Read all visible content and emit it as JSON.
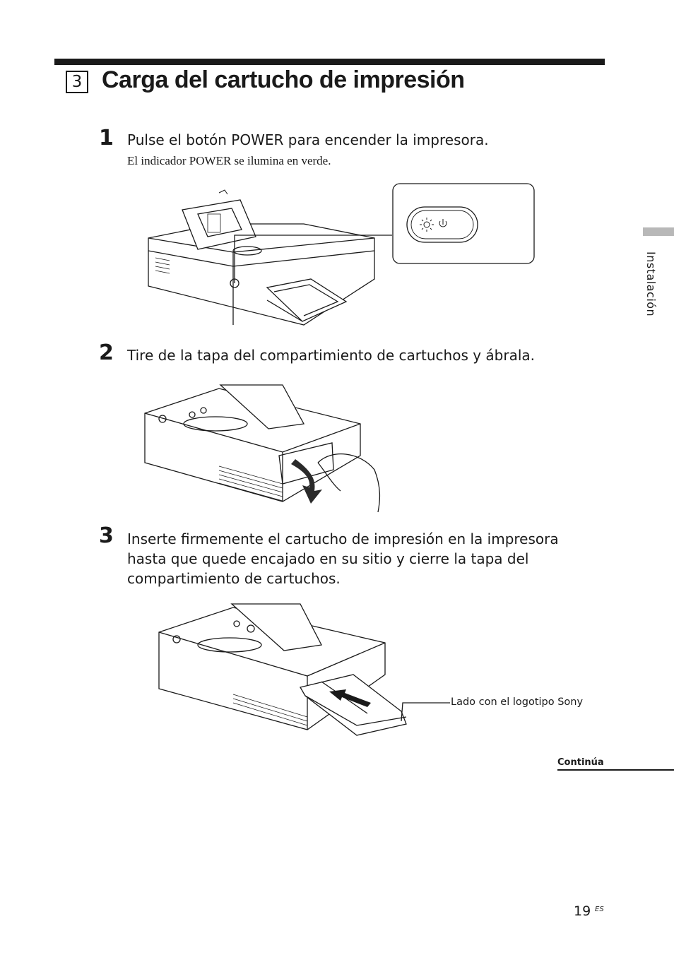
{
  "section": {
    "number": "3",
    "title": "Carga del cartucho de impresión"
  },
  "side_tab": {
    "label": "Instalación"
  },
  "steps": [
    {
      "number": "1",
      "text": "Pulse el botón POWER para encender la impresora.",
      "note": "El indicador POWER se ilumina en verde."
    },
    {
      "number": "2",
      "text": "Tire de la tapa del compartimiento de cartuchos y ábrala."
    },
    {
      "number": "3",
      "lines": [
        "Inserte firmemente el cartucho de impresión en la impresora",
        "hasta que quede encajado en su sitio y cierre la tapa del",
        "compartimiento de cartuchos."
      ]
    }
  ],
  "callouts": {
    "sony_logo_side": "Lado con el logotipo Sony"
  },
  "footer": {
    "continues": "Continúa",
    "page_number": "19",
    "language": "ES"
  }
}
